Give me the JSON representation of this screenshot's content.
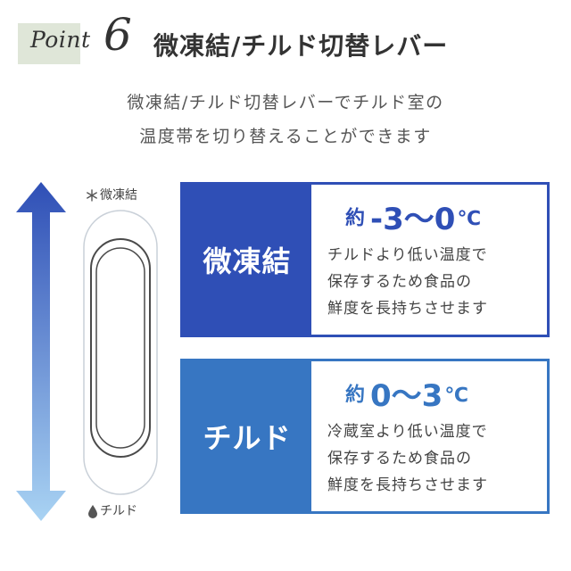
{
  "header": {
    "point_word": "Point",
    "point_number": "6",
    "title": "微凍結/チルド切替レバー"
  },
  "intro": {
    "line1": "微凍結/チルド切替レバーでチルド室の",
    "line2": "温度帯を切り替えることができます"
  },
  "lever": {
    "top_label": "微凍結",
    "top_icon": "snowflake-icon",
    "bottom_label": "チルド",
    "bottom_icon": "water-drop-icon"
  },
  "colors": {
    "freeze": "#2f4fb6",
    "chilled": "#3776c2",
    "point_box": "#dfe6d8",
    "arrow_top": "#2f4fb6",
    "arrow_bottom": "#a9d3f3"
  },
  "modes": {
    "freeze": {
      "label": "微凍結",
      "temp_prefix": "約",
      "temp_range": "-3～0",
      "temp_unit": "℃",
      "desc1": "チルドより低い温度で",
      "desc2": "保存するため食品の",
      "desc3": "鮮度を長持ちさせます"
    },
    "chilled": {
      "label": "チルド",
      "temp_prefix": "約",
      "temp_range": "0～3",
      "temp_unit": "℃",
      "desc1": "冷蔵室より低い温度で",
      "desc2": "保存するため食品の",
      "desc3": "鮮度を長持ちさせます"
    }
  }
}
